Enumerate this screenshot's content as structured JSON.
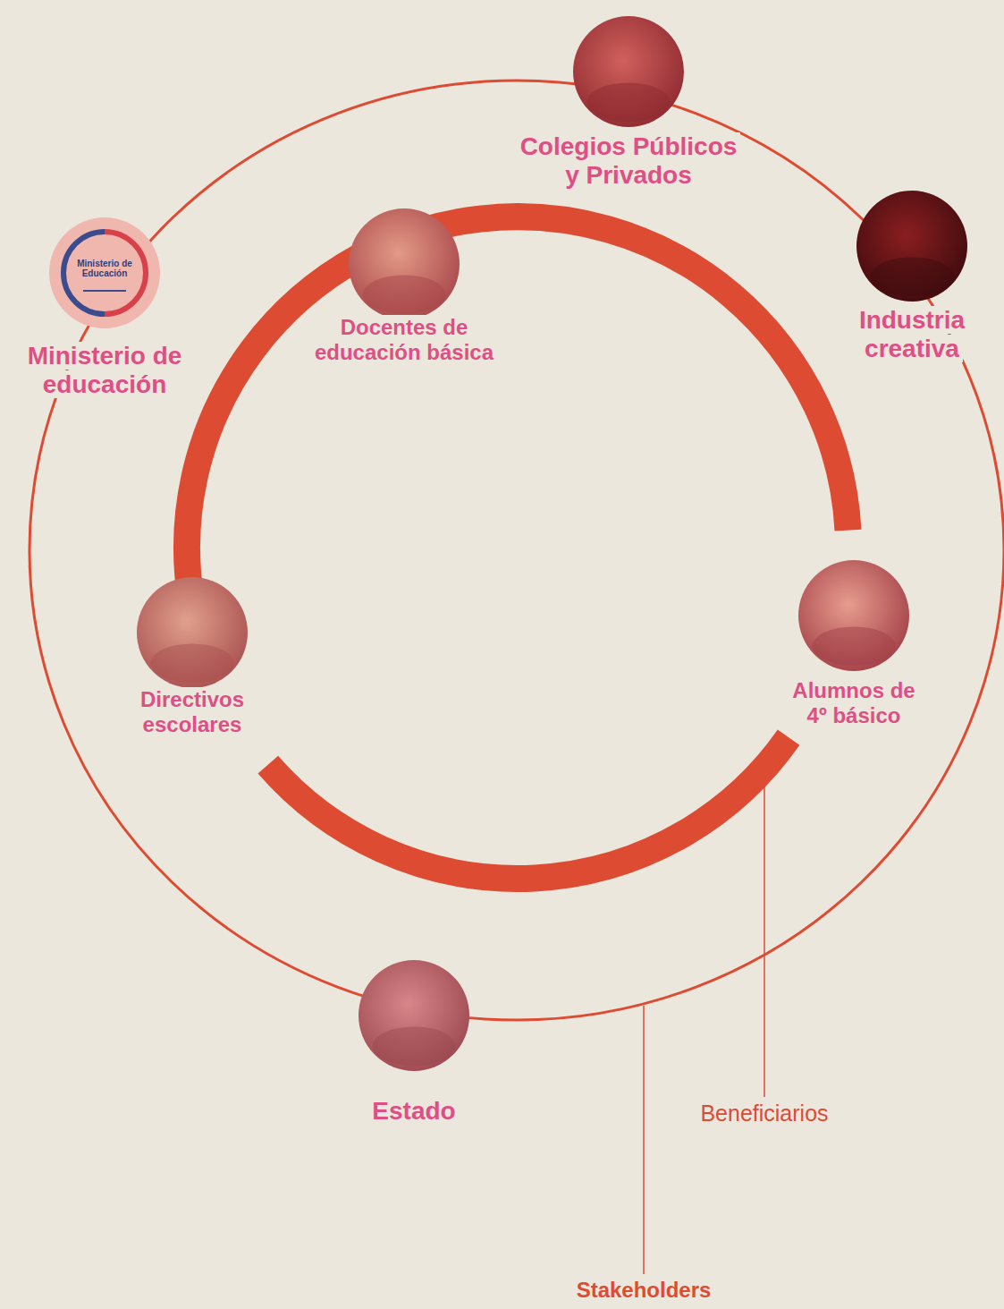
{
  "diagram": {
    "nodes": [
      {
        "text": [
          "Colegios Públicos y Privados"
        ]
      },
      {
        "text": [
          "Ministerio de educación"
        ]
      },
      {
        "text": [
          "Docentes de educación básica"
        ]
      },
      {
        "text": [
          "Industria creativa"
        ]
      },
      {
        "text": [
          "Directivos escolares"
        ]
      },
      {
        "text": [
          "Alumnos de 4º básico"
        ]
      },
      {
        "text": [
          "Estado"
        ]
      }
    ],
    "labels": [
      "Ministerio de Educación",
      "Beneficiarios",
      "Stakeholders"
    ]
  }
}
